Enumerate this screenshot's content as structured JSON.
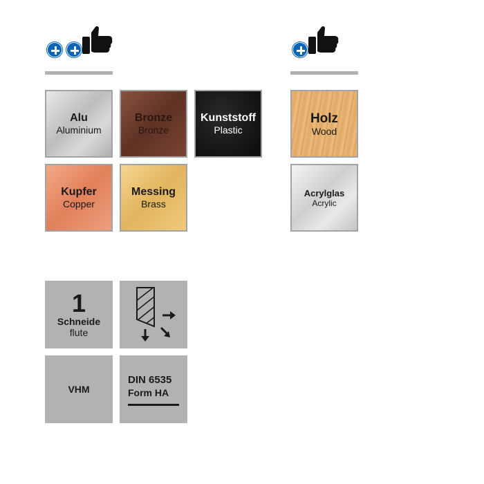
{
  "ratings": {
    "metal": {
      "plus_count": 2,
      "icons": [
        "plus-circle-icon",
        "plus-circle-icon",
        "thumbs-up-icon"
      ]
    },
    "nonmetal": {
      "plus_count": 1,
      "icons": [
        "plus-circle-icon",
        "thumbs-up-icon"
      ]
    }
  },
  "materials": [
    {
      "title": "Alu",
      "subtitle": "Aluminium",
      "swatch": "#c9c9c9"
    },
    {
      "title": "Bronze",
      "subtitle": "Bronze",
      "swatch": "#6e3d2c"
    },
    {
      "title": "Kunststoff",
      "subtitle": "Plastic",
      "swatch": "#151515"
    },
    {
      "title": "Kupfer",
      "subtitle": "Copper",
      "swatch": "#e88f68"
    },
    {
      "title": "Messing",
      "subtitle": "Brass",
      "swatch": "#e8c070"
    },
    {
      "title": "Holz",
      "subtitle": "Wood",
      "swatch": "#e4ae6e"
    },
    {
      "title": "Acrylglas",
      "subtitle": "Acrylic",
      "swatch": "#d8d8d8"
    }
  ],
  "specs": {
    "flutes": {
      "number": "1",
      "label_de": "Schneide",
      "label_en": "flute"
    },
    "cut_direction": {
      "icon": "drill-feed-direction-icon"
    },
    "material": {
      "label": "VHM"
    },
    "standard": {
      "line1": "DIN 6535",
      "line2": "Form HA"
    }
  },
  "colors": {
    "plus_blue": "#0a64b8",
    "spec_gray": "#b2b2b2",
    "divider_gray": "#b2b2b2"
  }
}
